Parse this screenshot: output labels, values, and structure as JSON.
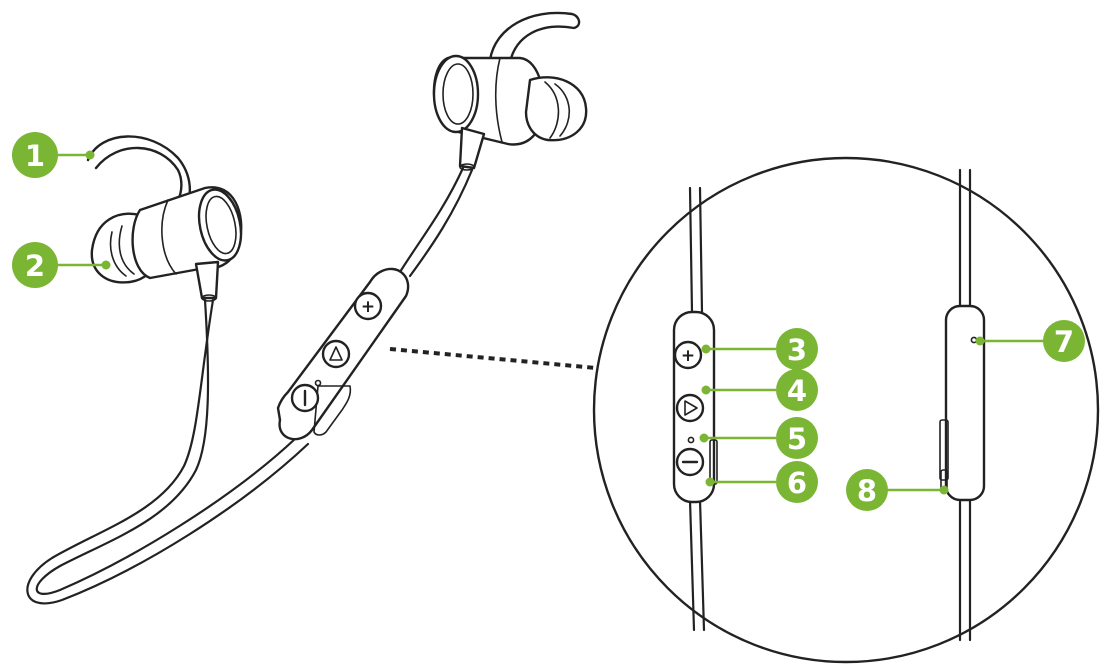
{
  "diagram": {
    "accent_color": "#7ab534",
    "line_color": "#222222",
    "callouts": [
      {
        "label": "1",
        "part": "ear-hook"
      },
      {
        "label": "2",
        "part": "ear-tip"
      },
      {
        "label": "3",
        "part": "volume-up-button"
      },
      {
        "label": "4",
        "part": "play-pause-button"
      },
      {
        "label": "5",
        "part": "led-indicator"
      },
      {
        "label": "6",
        "part": "volume-down-button"
      },
      {
        "label": "7",
        "part": "microphone"
      },
      {
        "label": "8",
        "part": "charging-port"
      }
    ],
    "button_glyphs": {
      "plus": "+",
      "play": "▶",
      "minus": "−"
    }
  }
}
